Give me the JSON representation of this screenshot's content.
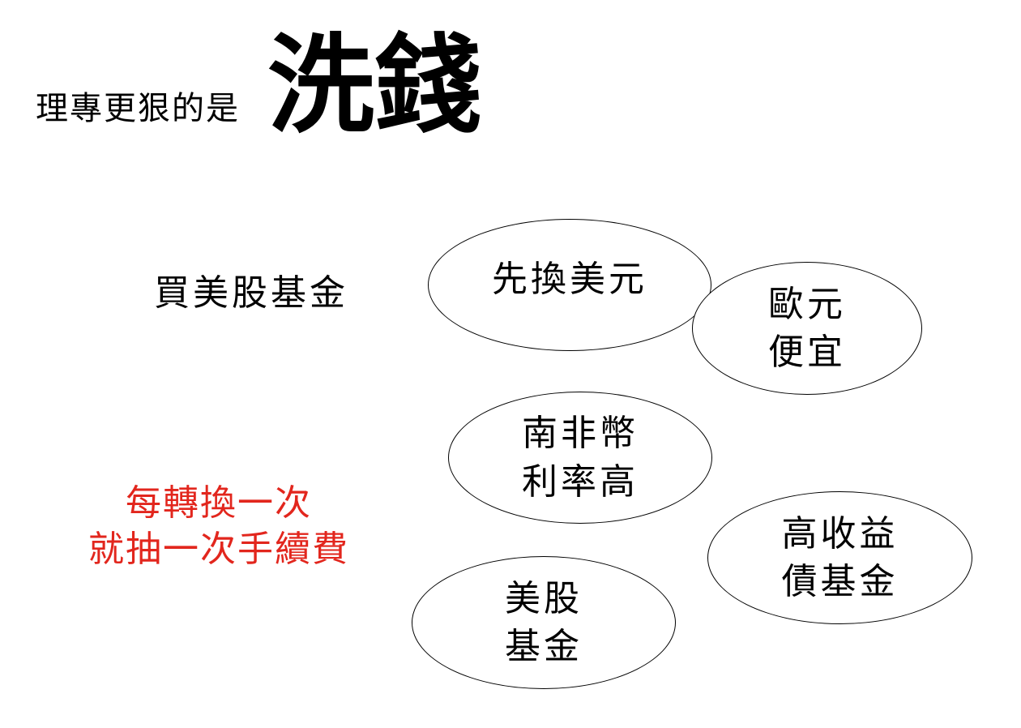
{
  "title": {
    "lead": "理專更狠的是",
    "emphasis": "洗錢"
  },
  "plain_label": "買美股基金",
  "fee_note": {
    "line1": "每轉換一次",
    "line2": "就抽一次手續費",
    "color": "#e2261d"
  },
  "bubbles": {
    "usd": {
      "lines": [
        "先換美元"
      ]
    },
    "eur": {
      "lines": [
        "歐元",
        "便宜"
      ]
    },
    "zar": {
      "lines": [
        "南非幣",
        "利率高"
      ]
    },
    "high_yield": {
      "lines": [
        "高收益",
        "債基金"
      ]
    },
    "us_stock": {
      "lines": [
        "美股",
        "基金"
      ]
    }
  },
  "colors": {
    "text": "#000000",
    "background": "#ffffff",
    "accent": "#e2261d"
  }
}
